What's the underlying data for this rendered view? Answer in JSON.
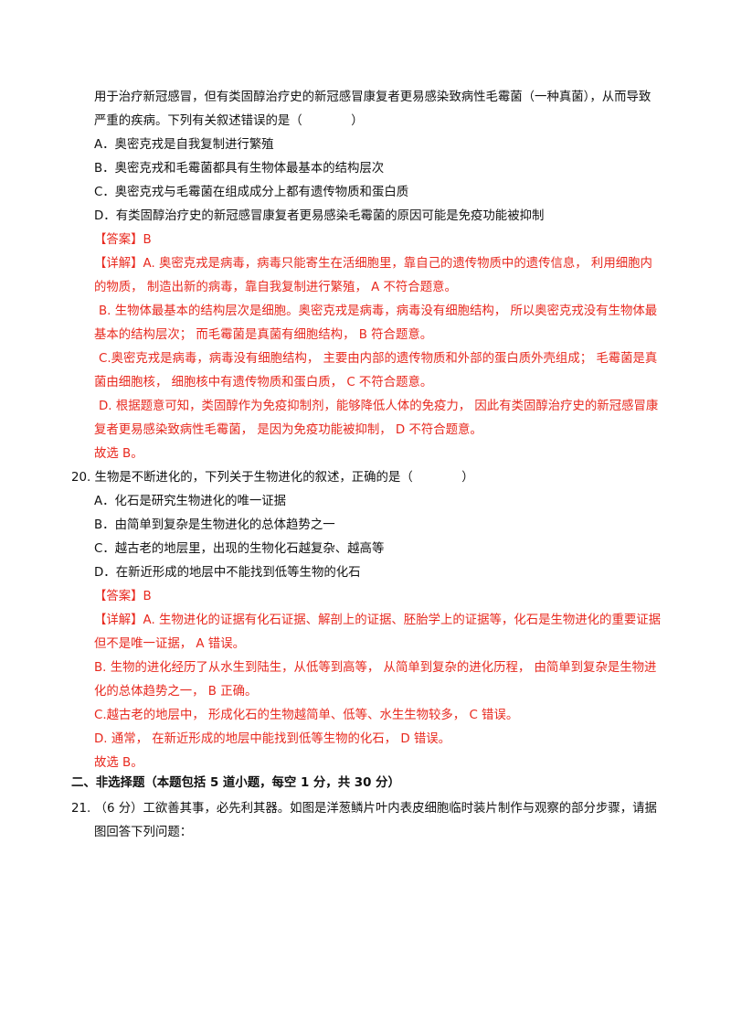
{
  "q19": {
    "stem_line1": "用于治疗新冠感冒，但有类固醇治疗史的新冠感冒康复者更易感染致病性毛霉菌（一种真菌），从而导致",
    "stem_line2": "严重的疾病。下列有关叙述错误的是（　　　　）",
    "options": [
      "A．奥密克戎是自我复制进行繁殖",
      "B．奥密克戎和毛霉菌都具有生物体最基本的结构层次",
      "C．奥密克戎与毛霉菌在组成成分上都有遗传物质和蛋白质",
      "D．有类固醇治疗史的新冠感冒康复者更易感染毛霉菌的原因可能是免疫功能被抑制"
    ],
    "answer": "【答案】B",
    "explanation": [
      "【详解】A. 奥密克戎是病毒，病毒只能寄生在活细胞里，靠自己的遗传物质中的遗传信息， 利用细胞内",
      "的物质， 制造出新的病毒，靠自我复制进行繁殖， A 不符合题意。",
      "B. 生物体最基本的结构层次是细胞。奥密克戎是病毒，病毒没有细胞结构， 所以奥密克戎没有生物体最",
      "基本的结构层次； 而毛霉菌是真菌有细胞结构， B 符合题意。",
      "C.奥密克戎是病毒，病毒没有细胞结构， 主要由内部的遗传物质和外部的蛋白质外壳组成； 毛霉菌是真",
      "菌由细胞核， 细胞核中有遗传物质和蛋白质， C 不符合题意。",
      "D. 根据题意可知，类固醇作为免疫抑制剂，能够降低人体的免疫力， 因此有类固醇治疗史的新冠感冒康",
      "复者更易感染致病性毛霉菌， 是因为免疫功能被抑制， D 不符合题意。"
    ],
    "conclusion": "故选 B。"
  },
  "q20": {
    "stem": "20. 生物是不断进化的，下列关于生物进化的叙述，正确的是（　　　　）",
    "options": [
      "A．化石是研究生物进化的唯一证据",
      "B．由简单到复杂是生物进化的总体趋势之一",
      "C．越古老的地层里，出现的生物化石越复杂、越高等",
      "D．在新近形成的地层中不能找到低等生物的化石"
    ],
    "answer": "【答案】B",
    "explanation": [
      "【详解】A. 生物进化的证据有化石证据、解剖上的证据、胚胎学上的证据等，化石是生物进化的重要证据",
      "但不是唯一证据， A 错误。",
      "B. 生物的进化经历了从水生到陆生，从低等到高等， 从简单到复杂的进化历程， 由简单到复杂是生物进",
      "化的总体趋势之一， B 正确。",
      "C.越古老的地层中， 形成化石的生物越简单、低等、水生生物较多， C 错误。",
      "D. 通常， 在新近形成的地层中能找到低等生物的化石， D 错误。"
    ],
    "conclusion": "故选 B。"
  },
  "section2": {
    "heading": "二、非选择题（本题包括 5 道小题，每空 1 分，共 30 分）"
  },
  "q21": {
    "line1": "21. （6 分）工欲善其事，必先利其器。如图是洋葱鳞片叶内表皮细胞临时装片制作与观察的部分步骤，请据",
    "line2": "图回答下列问题："
  }
}
